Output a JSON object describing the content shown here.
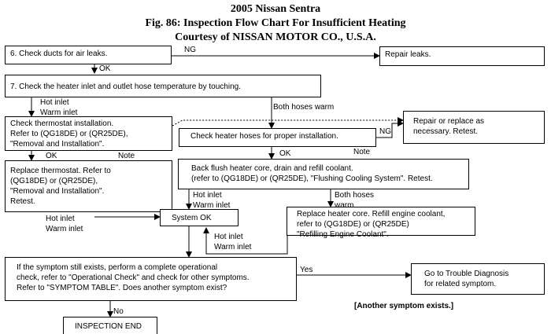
{
  "header": {
    "line1": "2005 Nissan Sentra",
    "line2": "Fig. 86: Inspection Flow Chart For Insufficient Heating",
    "line3": "Courtesy of NISSAN MOTOR CO., U.S.A."
  },
  "boxes": {
    "check_ducts": "6.  Check ducts for air leaks.",
    "repair_leaks": "Repair leaks.",
    "check_hoses_temp": "7.  Check the heater inlet and outlet hose temperature by touching.",
    "check_thermostat": "Check thermostat installation.\nRefer to (QG18DE) or (QR25DE),\n\"Removal and Installation\".",
    "check_heater_hoses": "Check heater hoses for proper installation.",
    "repair_replace": "Repair or replace as\nnecessary.  Retest.",
    "replace_thermostat": "Replace thermostat.  Refer to\n(QG18DE) or (QR25DE),\n\"Removal and Installation\".\nRetest.",
    "back_flush": "Back flush heater core, drain and refill coolant.\n(refer to (QG18DE) or (QR25DE), \"Flushing Cooling System\".  Retest.",
    "system_ok": "System OK",
    "replace_core": "Replace heater core.  Refill engine coolant,\nrefer to (QG18DE) or (QR25DE)\n\"Refilling Engine Coolant\".",
    "symptom_check": "If the symptom still exists, perform a complete operational\ncheck, refer to \"Operational Check\" and check for other symptoms.\nRefer to \"SYMPTOM TABLE\".  Does another symptom exist?",
    "trouble_diag": "Go to Trouble Diagnosis\nfor related symptom.",
    "inspection_end": "INSPECTION END"
  },
  "labels": {
    "ng1": "NG",
    "ok1": "OK",
    "hot_warm_1": "Hot inlet\nWarm inlet",
    "both_warm_1": "Both hoses warm",
    "ng2": "NG",
    "ok2": "OK",
    "note1": "Note",
    "ok3": "OK",
    "note2": "Note",
    "hot_warm_2": "Hot inlet\nWarm inlet",
    "both_warm_2": "Both hoses\nwarm",
    "hot_warm_3": "Hot inlet\nWarm inlet",
    "hot_warm_4": "Hot inlet\nWarm inlet",
    "yes": "Yes",
    "no": "No",
    "another": "[Another symptom exists.]"
  }
}
